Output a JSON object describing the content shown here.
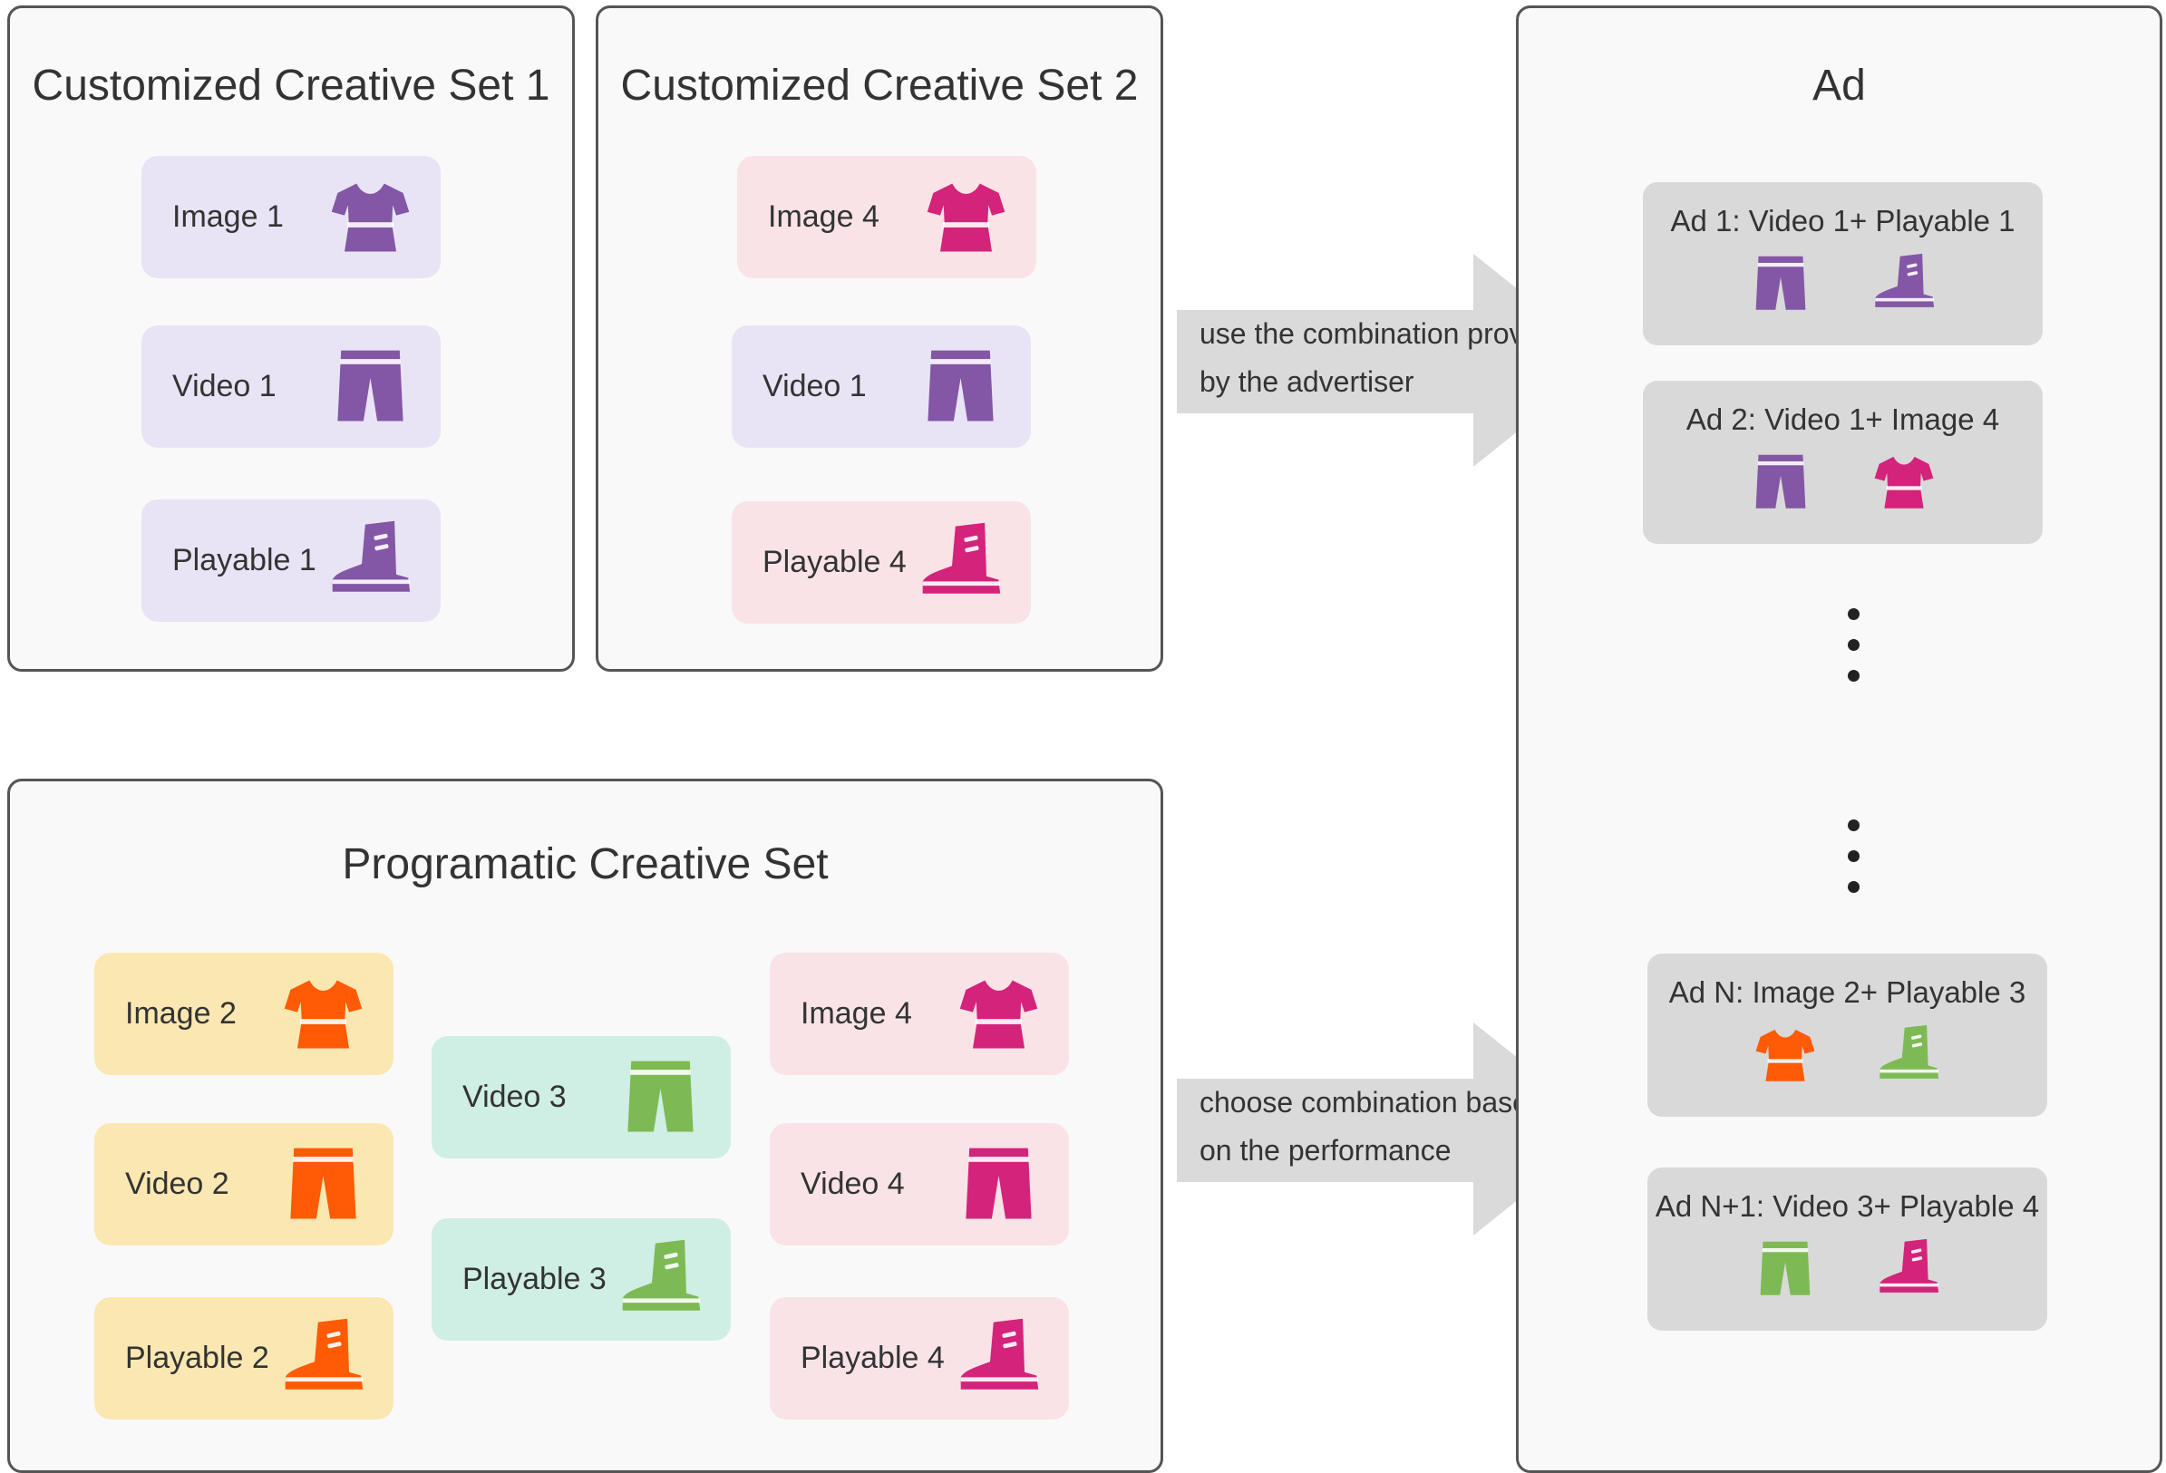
{
  "colors": {
    "purple": "#8356a6",
    "purple_bg": "#e9e4f5",
    "pink": "#d4237a",
    "pink_bg": "#f9e3e6",
    "orange": "#ff5a05",
    "orange_bg": "#fbe7b1",
    "green": "#7dba54",
    "green_bg": "#cfeee4",
    "arrow": "#d9dad9",
    "ad_card": "#d8d9d8"
  },
  "set1": {
    "title": "Customized Creative Set 1",
    "items": [
      {
        "label": "Image 1",
        "icon": "shirt-icon",
        "color": "purple"
      },
      {
        "label": "Video 1",
        "icon": "shorts-icon",
        "color": "purple"
      },
      {
        "label": "Playable 1",
        "icon": "shoe-icon",
        "color": "purple"
      }
    ]
  },
  "set2": {
    "title": "Customized Creative Set 2",
    "items": [
      {
        "label": "Image 4",
        "icon": "shirt-icon",
        "color": "pink"
      },
      {
        "label": "Video 1",
        "icon": "shorts-icon",
        "color": "purple"
      },
      {
        "label": "Playable 4",
        "icon": "shoe-icon",
        "color": "pink"
      }
    ]
  },
  "programmatic": {
    "title": "Programatic Creative Set",
    "col1": [
      {
        "label": "Image 2",
        "icon": "shirt-icon",
        "color": "orange"
      },
      {
        "label": "Video 2",
        "icon": "shorts-icon",
        "color": "orange"
      },
      {
        "label": "Playable 2",
        "icon": "shoe-icon",
        "color": "orange"
      }
    ],
    "col2": [
      {
        "label": "Video 3",
        "icon": "shorts-icon",
        "color": "green"
      },
      {
        "label": "Playable 3",
        "icon": "shoe-icon",
        "color": "green"
      }
    ],
    "col3": [
      {
        "label": "Image  4",
        "icon": "shirt-icon",
        "color": "pink"
      },
      {
        "label": "Video  4",
        "icon": "shorts-icon",
        "color": "pink"
      },
      {
        "label": "Playable  4",
        "icon": "shoe-icon",
        "color": "pink"
      }
    ]
  },
  "arrows": {
    "top": {
      "line1": "use the combination provided",
      "line2": "by the advertiser"
    },
    "bottom": {
      "line1": "choose combination based",
      "line2": "on the performance"
    }
  },
  "ad_panel": {
    "title": "Ad",
    "cards": [
      {
        "label": "Ad 1: Video 1+ Playable 1",
        "icons": [
          {
            "icon": "shorts-icon",
            "color": "purple"
          },
          {
            "icon": "shoe-icon",
            "color": "purple"
          }
        ]
      },
      {
        "label": "Ad 2: Video 1+ Image 4",
        "icons": [
          {
            "icon": "shorts-icon",
            "color": "purple"
          },
          {
            "icon": "shirt-icon",
            "color": "pink"
          }
        ]
      },
      {
        "label": "Ad N: Image 2+ Playable 3",
        "icons": [
          {
            "icon": "shirt-icon",
            "color": "orange"
          },
          {
            "icon": "shoe-icon",
            "color": "green"
          }
        ]
      },
      {
        "label": "Ad N+1: Video 3+ Playable 4",
        "icons": [
          {
            "icon": "shorts-icon",
            "color": "green"
          },
          {
            "icon": "shoe-icon",
            "color": "pink"
          }
        ]
      }
    ]
  }
}
